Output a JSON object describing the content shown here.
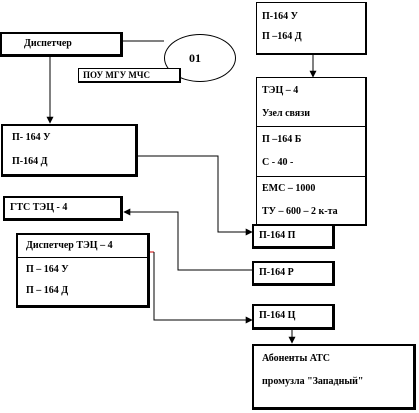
{
  "nodes": {
    "dispatcher": "Диспетчер",
    "pou_label": "ПОУ МГУ МЧС",
    "pou_number": "01",
    "p164_top": [
      "П-164  У",
      "П –164  Д"
    ],
    "tec4_block": {
      "title": "ТЭЦ – 4",
      "subtitle": "Узел связи",
      "row2": [
        "П –164 Б",
        "С - 40 -"
      ],
      "row3": [
        "ЕМС – 1000",
        "ТУ – 600 – 2 к-та"
      ]
    },
    "p164_left": [
      "П- 164  У",
      "П-164  Д"
    ],
    "gts": "ГТС ТЭЦ - 4",
    "dispatcher_tec": {
      "title": "Диспетчер ТЭЦ – 4",
      "lines": [
        "П – 164  У",
        "П – 164  Д"
      ]
    },
    "p164_p": "П-164  П",
    "p164_r": "П-164  Р",
    "p164_c": "П-164  Ц",
    "subscribers": [
      "Абоненты АТС",
      "промузла \"Западный\""
    ]
  },
  "colors": {
    "line": "#000000",
    "accent_line": "#cc0000"
  }
}
